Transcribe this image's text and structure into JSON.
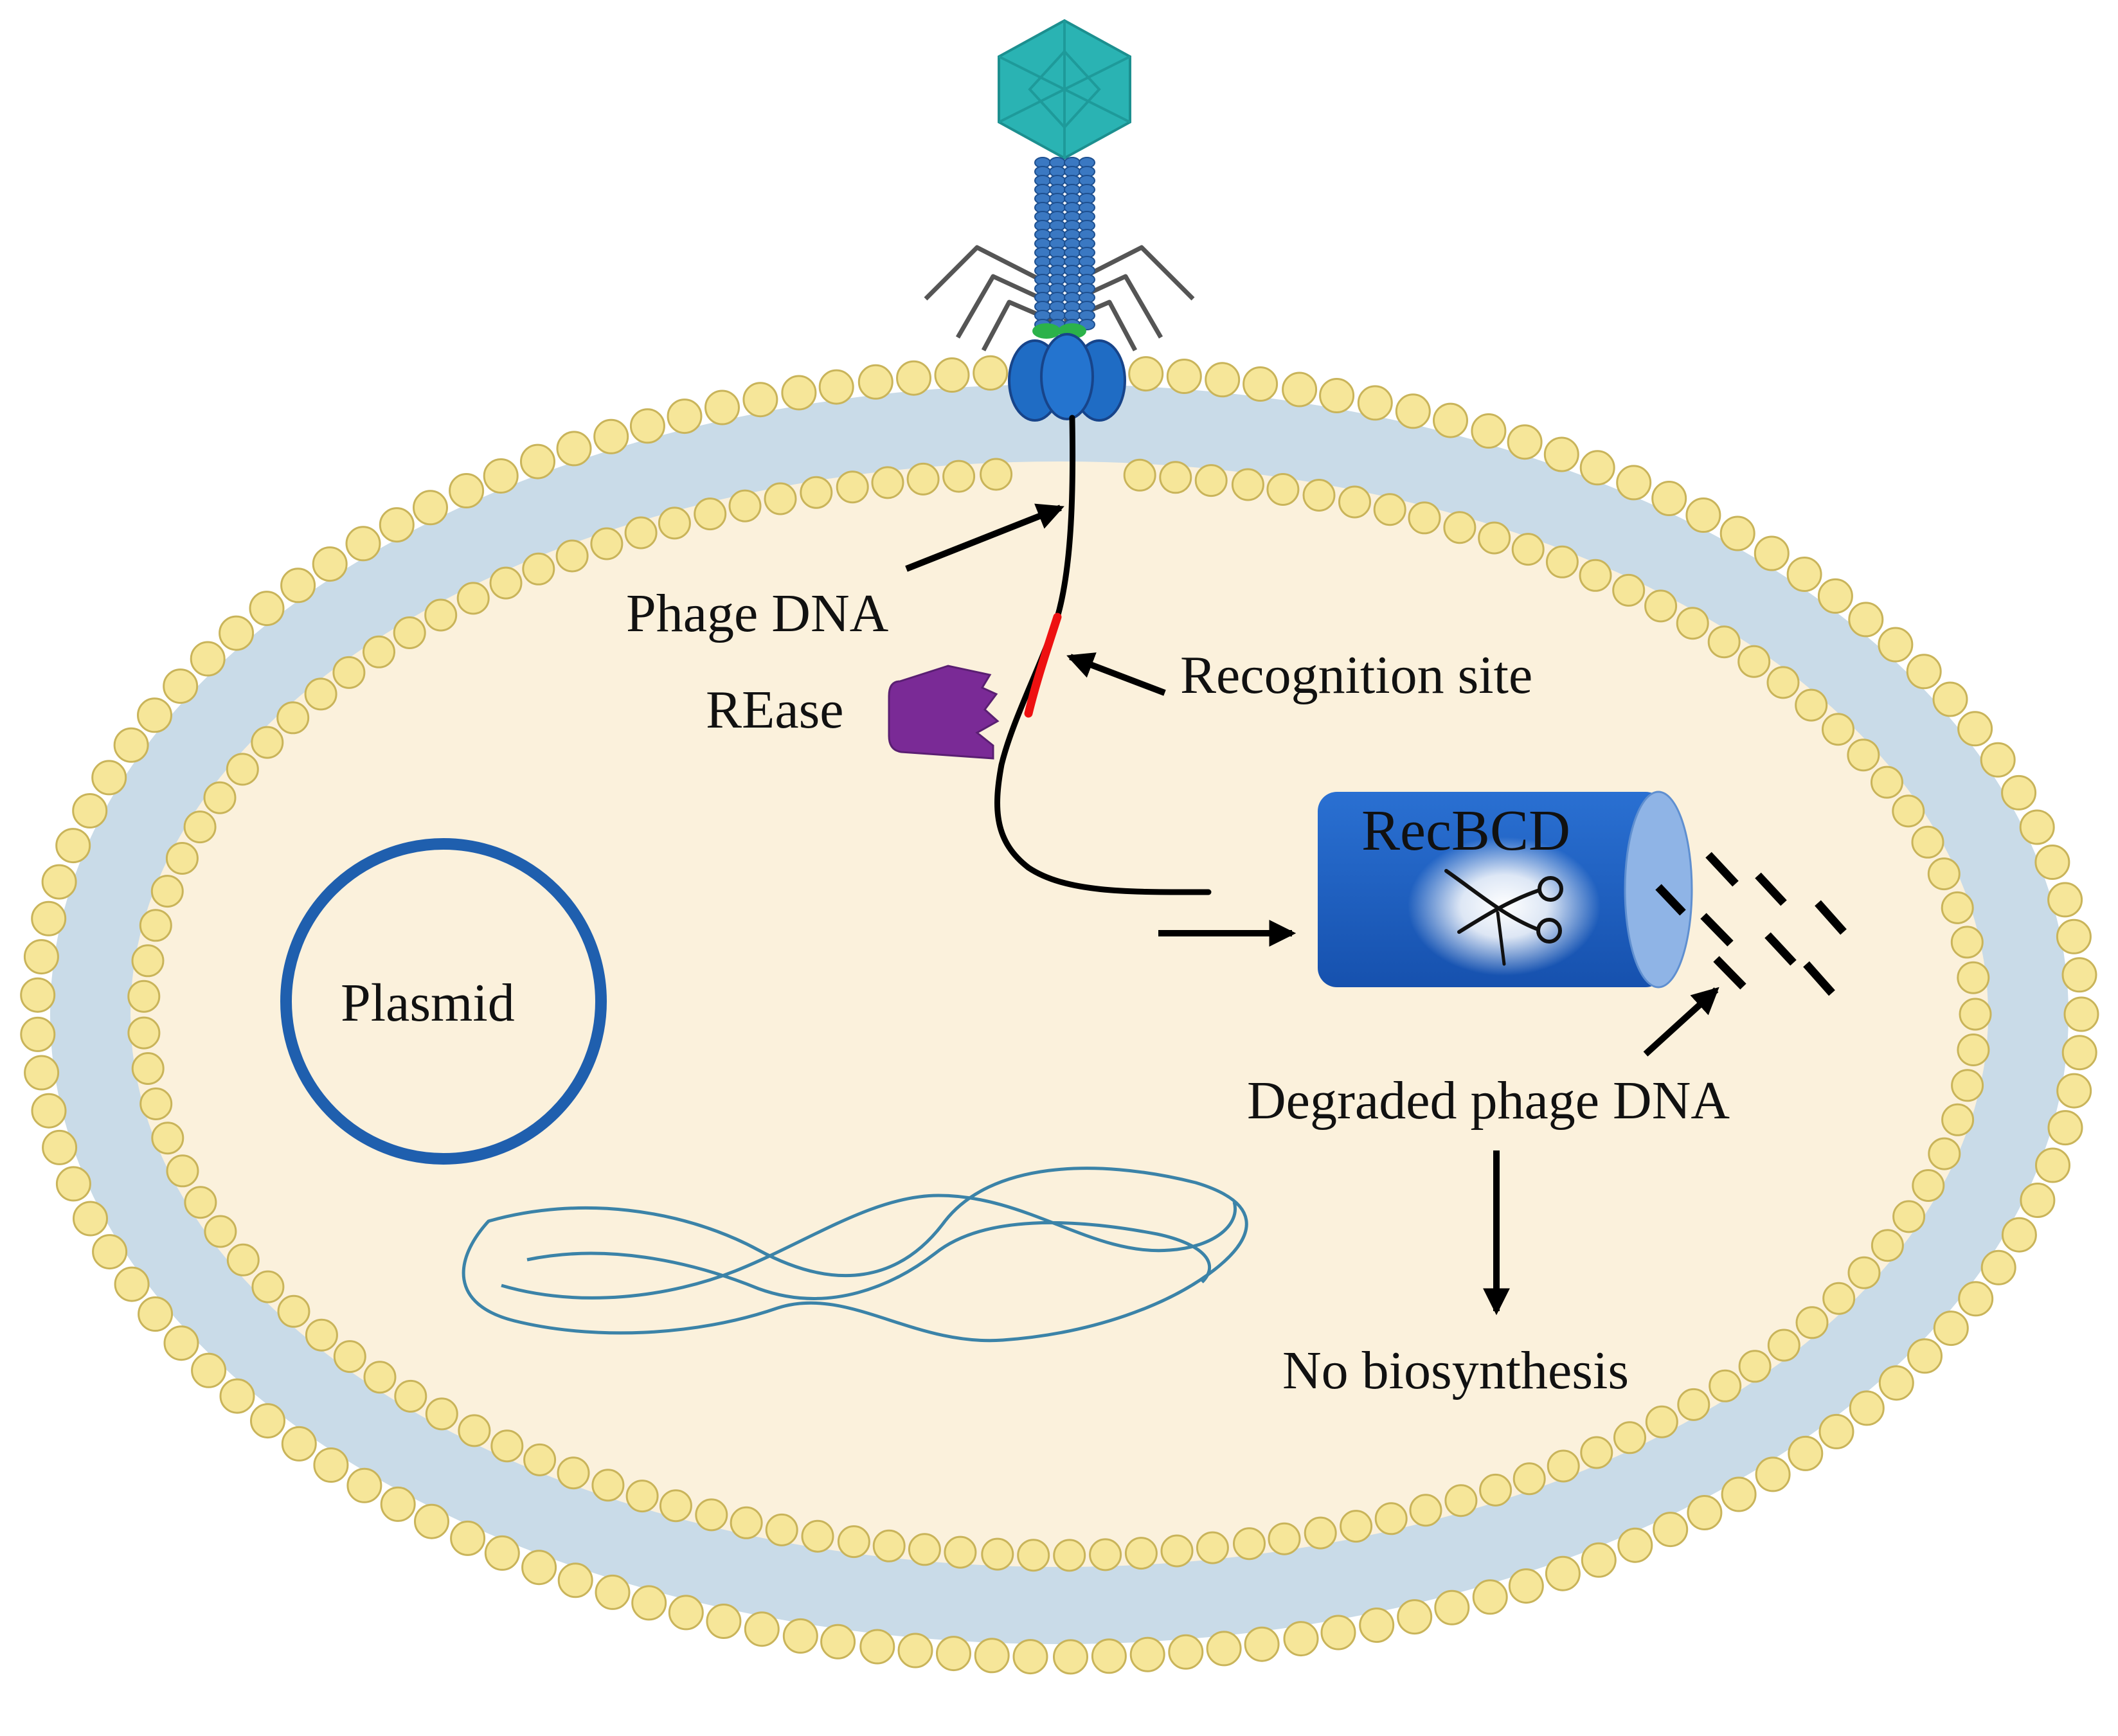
{
  "labels": {
    "phage_dna": "Phage DNA",
    "rease": "REase",
    "recognition_site": "Recognition site",
    "recbcd": "RecBCD",
    "plasmid": "Plasmid",
    "degraded_phage_dna": "Degraded phage DNA",
    "no_biosynthesis": "No biosynthesis"
  },
  "colors": {
    "cytoplasm": "#fbf1dc",
    "lipid_head": "#f6e699",
    "lipid_head_stroke": "#c9b45a",
    "membrane_tail": "#c9dbe8",
    "phage_head": "#2ab3b3",
    "phage_tail": "#3a78c2",
    "baseplate": "#1f6cc4",
    "recognition_site": "#ee1111",
    "rease": "#7a2a96",
    "recbcd": "#1f64c7",
    "recbcd_face": "#8fb4e6",
    "plasmid": "#1f5fae",
    "chromosome": "#3b83a8",
    "dna": "#000000"
  },
  "icons": {
    "phage": "bacteriophage-icon",
    "scissors": "scissors-icon"
  }
}
